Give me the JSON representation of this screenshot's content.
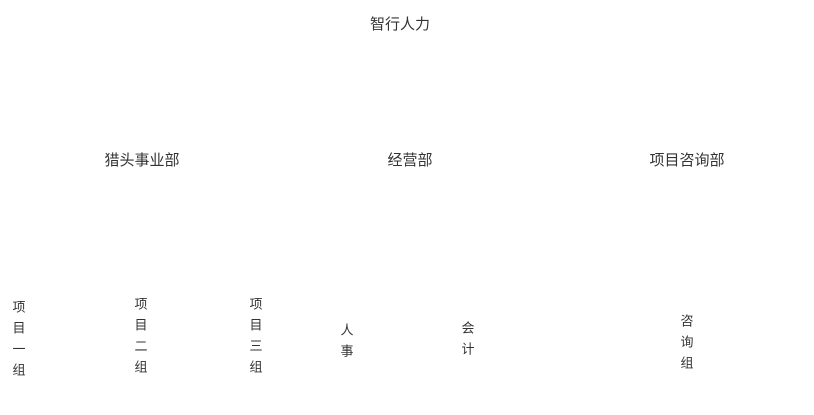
{
  "org_chart": {
    "root": {
      "label": "智行人力"
    },
    "departments": [
      {
        "label": "猎头事业部",
        "children": [
          {
            "label": "项目一组"
          },
          {
            "label": "项目二组"
          },
          {
            "label": "项目三组"
          }
        ]
      },
      {
        "label": "经营部",
        "children": [
          {
            "label": "人事"
          },
          {
            "label": "会计"
          }
        ]
      },
      {
        "label": "项目咨询部",
        "children": [
          {
            "label": "咨询组"
          }
        ]
      }
    ],
    "colors": {
      "text": "#333333",
      "background": "#ffffff"
    }
  }
}
